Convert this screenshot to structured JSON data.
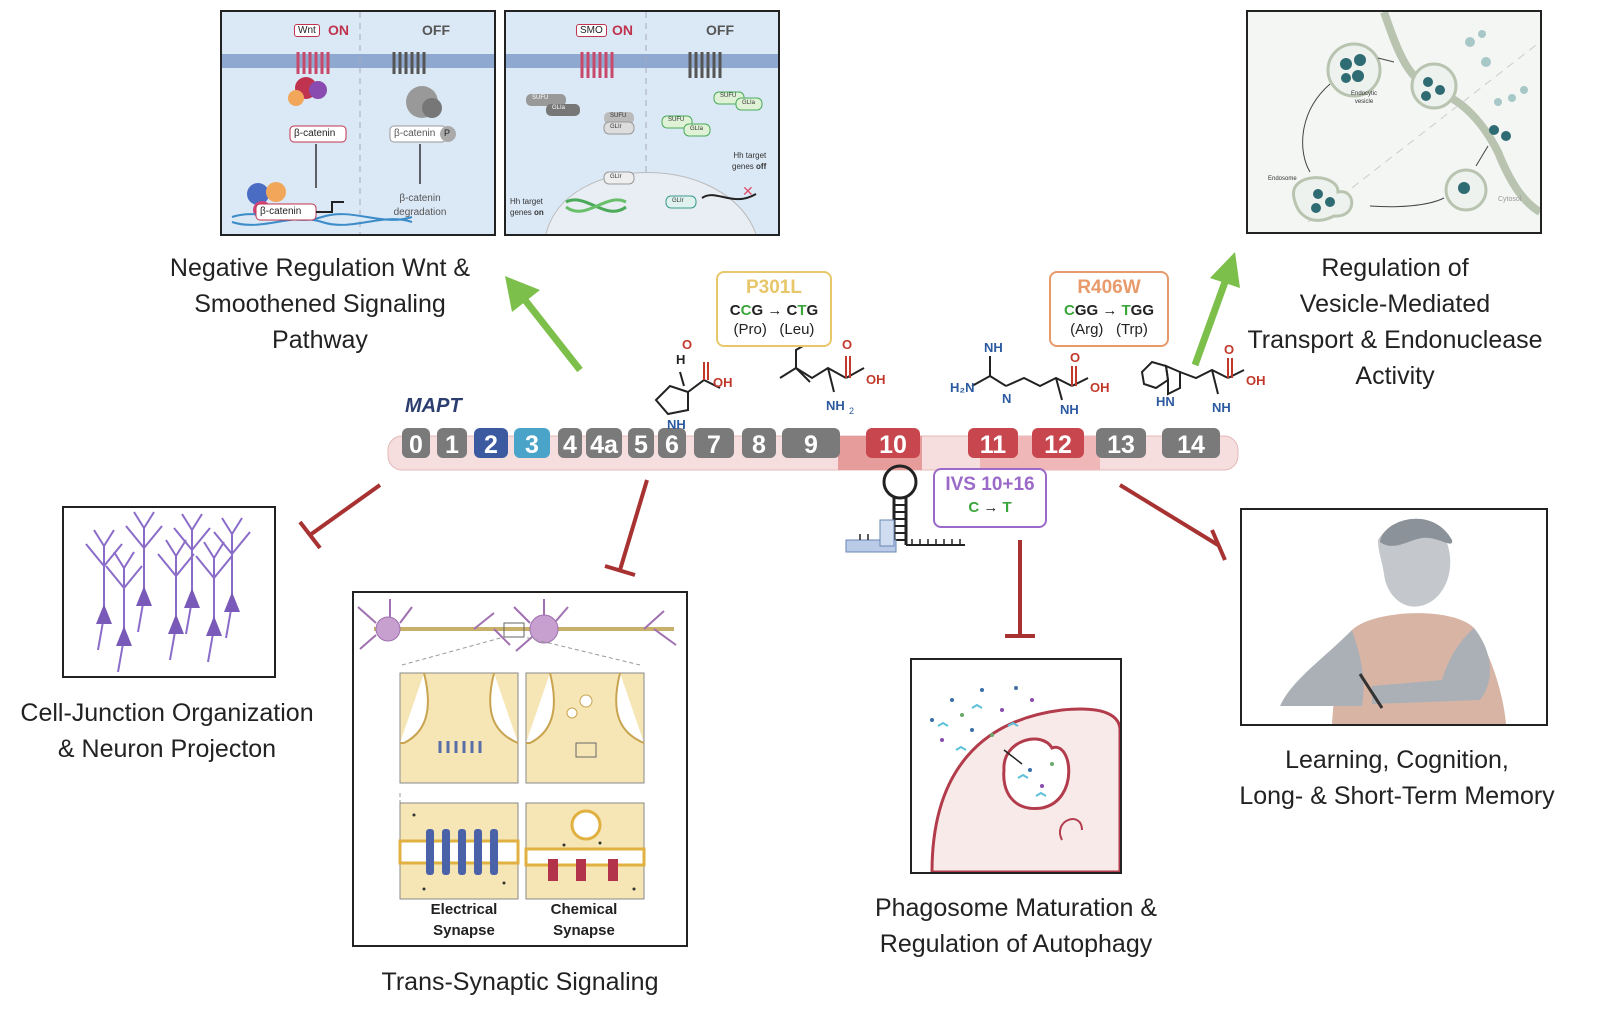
{
  "gene": "MAPT",
  "exons": [
    "0",
    "1",
    "2",
    "3",
    "4",
    "4a",
    "5",
    "6",
    "7",
    "8",
    "9",
    "10",
    "11",
    "12",
    "13",
    "14"
  ],
  "mutations": {
    "p301l": {
      "title": "P301L",
      "codon_from_pre": "C",
      "codon_from_hl": "C",
      "codon_from_post": "G",
      "arrow": "→",
      "codon_to_pre": "C",
      "codon_to_hl": "T",
      "codon_to_post": "G",
      "aa_from": "(Pro)",
      "aa_to": "(Leu)"
    },
    "r406w": {
      "title": "R406W",
      "codon_from_hl": "C",
      "codon_from_post": "GG",
      "arrow": "→",
      "codon_to_hl": "T",
      "codon_to_post": "GG",
      "aa_from": "(Arg)",
      "aa_to": "(Trp)"
    },
    "ivs": {
      "title": "IVS 10+16",
      "from": "C",
      "arrow": "→",
      "to": "T"
    }
  },
  "chem": {
    "oh": "OH",
    "nh": "NH",
    "h": "H",
    "nh2": "NH",
    "sub2": "2",
    "hn": "HN"
  },
  "captions": {
    "wnt": [
      "Negative Regulation Wnt &",
      "Smoothened Signaling",
      "Pathway"
    ],
    "vesicle": [
      "Regulation of",
      "Vesicle-Mediated",
      "Transport & Endonuclease",
      "Activity"
    ],
    "cell_junction": [
      "Cell-Junction Organization",
      "& Neuron Projecton"
    ],
    "trans_synaptic": [
      "Trans-Synaptic Signaling"
    ],
    "phagosome": [
      "Phagosome Maturation &",
      "Regulation of Autophagy"
    ],
    "learning": [
      "Learning, Cognition,",
      "Long- & Short-Term Memory"
    ]
  },
  "wnt_panel": {
    "wnt": "Wnt",
    "on": "ON",
    "off": "OFF",
    "bcat": "β-catenin",
    "p": "P",
    "degradation_1": "β-catenin",
    "degradation_2": "degradation"
  },
  "smo_panel": {
    "smo": "SMO",
    "on": "ON",
    "off": "OFF",
    "sufu": "SUFU",
    "glia": "GLIa",
    "glir": "GLIr",
    "target_on_1": "Hh target",
    "target_on_2a": "genes ",
    "target_on_2b": "on",
    "target_off_1": "Hh target",
    "target_off_2a": "genes ",
    "target_off_2b": "off"
  },
  "vesicle_panel": {
    "endocytic_1": "Endocytic",
    "endocytic_2": "vesicle",
    "endosome": "Endosome",
    "cytosol": "Cytosol"
  },
  "synapse_panel": {
    "electrical_1": "Electrical",
    "electrical_2": "Synapse",
    "chemical_1": "Chemical",
    "chemical_2": "Synapse"
  },
  "colors": {
    "up_arrow": "#7cbf4a",
    "inhibit": "#a83232",
    "p301l": "#e8c76a",
    "r406w": "#e89a6a",
    "ivs": "#9b6ac9",
    "exon_gray": "#7a7a7a",
    "exon_blue": "#3b5aa0",
    "exon_lightblue": "#4aa3c8",
    "exon_red": "#c8474f",
    "gene_bar": "#f6dede"
  }
}
